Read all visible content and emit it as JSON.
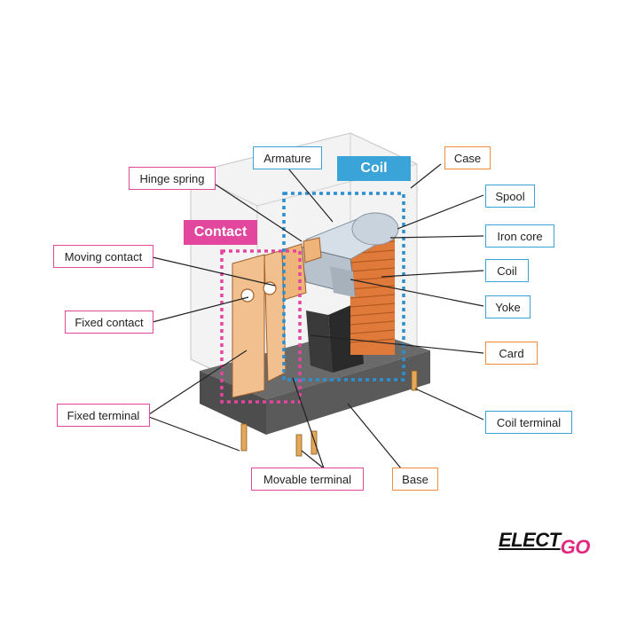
{
  "labels": {
    "armature": "Armature",
    "case": "Case",
    "hinge_spring": "Hinge spring",
    "spool": "Spool",
    "iron_core": "Iron core",
    "moving_contact": "Moving contact",
    "coil": "Coil",
    "yoke": "Yoke",
    "fixed_contact": "Fixed contact",
    "card": "Card",
    "fixed_terminal": "Fixed terminal",
    "coil_terminal": "Coil terminal",
    "movable_terminal": "Movable terminal",
    "base": "Base"
  },
  "groups": {
    "coil": "Coil",
    "contact": "Contact"
  },
  "brand": {
    "part1": "ELECT",
    "part2": "GO"
  },
  "colors": {
    "contact_group": "#e2479d",
    "coil_group": "#3aa3d8",
    "structure": "#f08a3c",
    "coil_winding": "#e07a3a",
    "contact_metal": "#f2c08e",
    "base": "#5e5e5e"
  }
}
